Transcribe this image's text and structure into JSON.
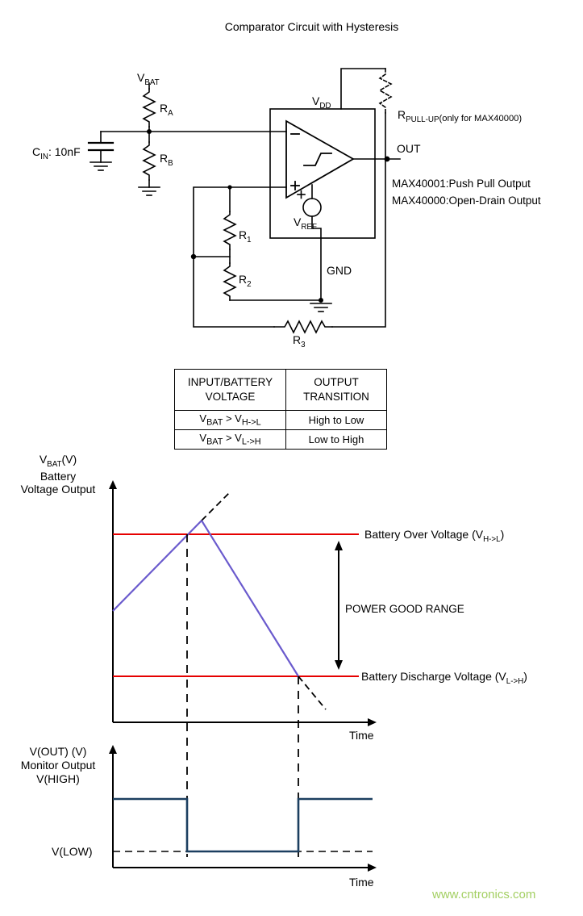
{
  "title": "Comparator Circuit with Hysteresis",
  "watermark": "www.cntronics.com",
  "colors": {
    "line": "#000000",
    "threshold": "#e60000",
    "signal": "#6a5acd",
    "wave": "#1c3f60",
    "watermark": "#a3cf62"
  },
  "circuit": {
    "vbat": [
      {
        "t": "V"
      },
      {
        "t": "BAT",
        "sub": true
      }
    ],
    "ra": [
      {
        "t": "R"
      },
      {
        "t": "A",
        "sub": true
      }
    ],
    "cin": [
      {
        "t": "C"
      },
      {
        "t": "IN",
        "sub": true
      },
      {
        "t": ": 10nF"
      }
    ],
    "rb": [
      {
        "t": "R"
      },
      {
        "t": "B",
        "sub": true
      }
    ],
    "vdd": [
      {
        "t": "V"
      },
      {
        "t": "DD",
        "sub": true
      }
    ],
    "rpullup": [
      {
        "t": "R"
      },
      {
        "t": "PULL-UP",
        "sub": true
      },
      {
        "t": "(only for MAX40000)",
        "small": true
      }
    ],
    "out": "OUT",
    "outputs": [
      "MAX40001:Push Pull Output",
      "MAX40000:Open-Drain Output"
    ],
    "vref": [
      {
        "t": "V"
      },
      {
        "t": "REF",
        "sub": true
      }
    ],
    "r1": [
      {
        "t": "R"
      },
      {
        "t": "1",
        "sub": true
      }
    ],
    "r2": [
      {
        "t": "R"
      },
      {
        "t": "2",
        "sub": true
      }
    ],
    "r3": [
      {
        "t": "R"
      },
      {
        "t": "3",
        "sub": true
      }
    ],
    "gnd": "GND"
  },
  "table": {
    "col1_header": "INPUT/BATTERY VOLTAGE",
    "col2_header": "OUTPUT TRANSITION",
    "rows": [
      {
        "c1": [
          {
            "t": "V"
          },
          {
            "t": "BAT",
            "sub": true
          },
          {
            "t": " > V"
          },
          {
            "t": "H->L",
            "sub": true
          }
        ],
        "c2": "High to Low"
      },
      {
        "c1": [
          {
            "t": "V"
          },
          {
            "t": "BAT",
            "sub": true
          },
          {
            "t": " > V"
          },
          {
            "t": "L->H",
            "sub": true
          }
        ],
        "c2": "Low to High"
      }
    ]
  },
  "graph1": {
    "ylabel1": [
      {
        "t": "V"
      },
      {
        "t": "BAT",
        "sub": true
      },
      {
        "t": "(V)"
      }
    ],
    "ylabel2": "Battery",
    "ylabel3": "Voltage Output",
    "over_label": [
      {
        "t": "Battery Over Voltage (V"
      },
      {
        "t": "H->L",
        "sub": true
      },
      {
        "t": ")"
      }
    ],
    "discharge_label": [
      {
        "t": "Battery Discharge Voltage (V"
      },
      {
        "t": "L->H",
        "sub": true
      },
      {
        "t": ")"
      }
    ],
    "range_label": "POWER GOOD RANGE",
    "xlabel": "Time",
    "over_line": "140,662 445,662",
    "discharge_line": "140,838 445,838",
    "rise_solid": "140,757 250,645",
    "rise_dashed": "250,645 285,610",
    "fall_solid": "250,645 370,838",
    "fall_dashed": "370,838 404,879",
    "guide1": "232,662 232,1062",
    "guide2": "370,838 370,1062"
  },
  "graph2": {
    "ylabel1": "V(OUT) (V)",
    "ylabel2": "Monitor Output",
    "ylabel3": "V(HIGH)",
    "vlow_label": "V(LOW)",
    "xlabel": "Time",
    "wave": "140,990 232,990 232,1055 370,1055 370,990 462,990",
    "vlow_dashed": "140,1055 462,1055"
  }
}
